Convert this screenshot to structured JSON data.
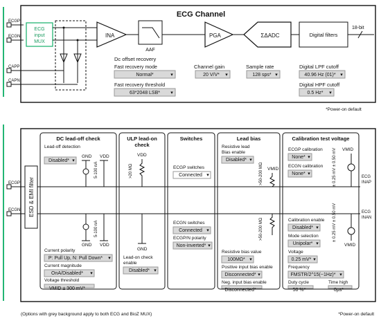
{
  "ecg_channel": {
    "title": "ECG Channel",
    "pins": [
      "ECGP",
      "ECGN",
      "CAPP",
      "CAPN"
    ],
    "mux_label": [
      "ECG",
      "input",
      "MUX"
    ],
    "ina": "INA",
    "aaf": "AAF",
    "pga": "PGA",
    "adc": "ΣΔADC",
    "filters": "Digital filters",
    "bits": "18-bit",
    "dc_offset_title": "Dc offset recovery",
    "fast_mode_label": "Fast recovery mode",
    "fast_mode_value": "Normal*",
    "fast_threshold_label": "Fast recovery threshold",
    "fast_threshold_value": "63*2048 LSB*",
    "gain_label": "Channel gain",
    "gain_value": "20 V/V*",
    "rate_label": "Sample rate",
    "rate_value": "128 sps*",
    "lpf_label": "Digital LPF cutoff",
    "lpf_value": "40.96 Hz (01)*",
    "hpf_label": "Digital HPF cutoff",
    "hpf_value": "0.5 Hz*",
    "note": "*Power-on default"
  },
  "lower": {
    "pins": [
      "ECGP",
      "ECGN"
    ],
    "esd_label": "ESD & EMI filter",
    "dc_leadoff": {
      "title": "DC lead-off check",
      "detection_label": "Lead-off detection",
      "detection_value": "Disabled*",
      "gnd": "GND",
      "vdd": "VDD",
      "current_range": "5-100 nA",
      "polarity_label": "Current polarity",
      "polarity_value": "P: Pull Up, N: Pull Down*",
      "magnitude_label": "Current magnitude",
      "magnitude_value": "OnA/Disabled*",
      "voltage_label": "Voltage threshold",
      "voltage_value": "VMID ± 300 mV*"
    },
    "ulp": {
      "title_1": "ULP lead-on",
      "title_2": "check",
      "vdd": "VDD",
      "res": ">20 MΩ",
      "gnd": "GND",
      "enable_label_1": "Lead-on check",
      "enable_label_2": "enable",
      "enable_value": "Disabled*"
    },
    "switches": {
      "title": "Switches",
      "ecgp_label": "ECGP switches",
      "ecgp_value": "Connected",
      "ecgn_label": "ECGN switches",
      "ecgn_value": "Connected",
      "pol_label": "ECGP/N polarity",
      "pol_value": "Non-inverted*"
    },
    "lead_bias": {
      "title": "Lead bias",
      "res_enable_label_1": "Resistive lead",
      "res_enable_label_2": "Bias enable",
      "res_enable_value": "Disabled*",
      "vmid": "VMID",
      "res": ">50-200 MΩ",
      "res_value_label": "Resistive bias value",
      "res_value": "100MΩ*",
      "pos_label": "Positive input bias enable",
      "pos_value": "Disconnected*",
      "neg_label": "Neg. input bias enable",
      "neg_value": "Disconnected*"
    },
    "calibration": {
      "title": "Calibration test voltage",
      "ecgp_label": "ECGP calibration",
      "ecgp_value": "None*",
      "ecgn_label": "ECGN calibration",
      "ecgn_value": "None*",
      "vmid": "VMID",
      "range": "± 0.25 mV ± 0.50 mV",
      "enable_label": "Calibration enable",
      "enable_value": "Disabled*",
      "mode_label": "Mode selection",
      "mode_value": "Unipolar*",
      "voltage_label": "Voltage",
      "voltage_value": "0.25 mV*",
      "freq_label": "Frequency",
      "freq_value": "FMSTR/2^15(~1Hz)*",
      "duty_label": "Duty cycle",
      "duty_value": "50 %*",
      "time_label": "Time high",
      "time_value": "0μs*"
    },
    "inap": [
      "ECG",
      "INAP"
    ],
    "inan": [
      "ECG",
      "INAN"
    ],
    "footer_left": "(Options with grey background apply to both ECG and BioZ MUX)",
    "footer_right": "*Power-on default"
  }
}
